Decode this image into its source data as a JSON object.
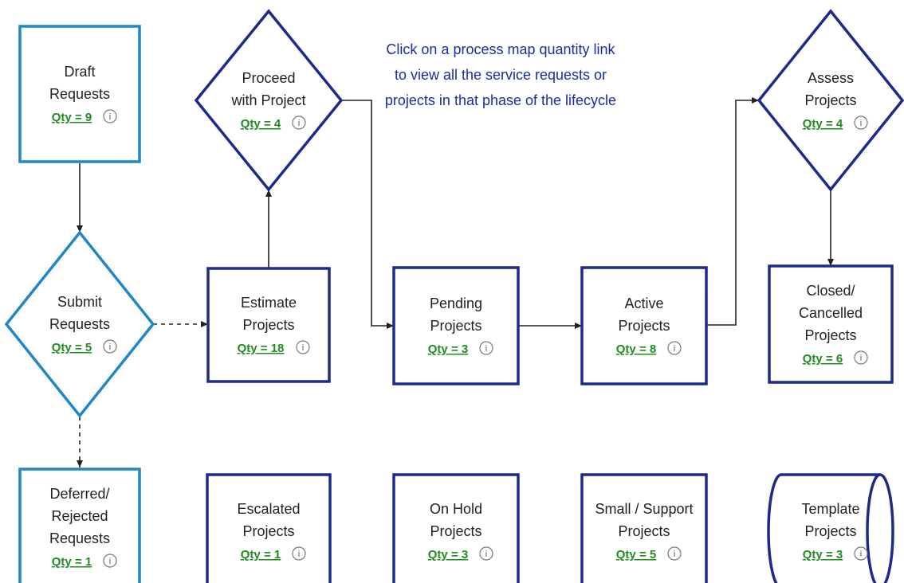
{
  "colors": {
    "light_blue": "#1f86c8",
    "dark_blue": "#1c2a8c",
    "link_green": "#1e8c1e",
    "instruction_blue": "#1a2ca0"
  },
  "instructions": "Click on a process map quantity link to view all the service requests or projects in that phase of the lifecycle",
  "nodes": {
    "draft": {
      "lines": [
        "Draft",
        "Requests"
      ],
      "qty": "Qty = 9"
    },
    "submit": {
      "lines": [
        "Submit",
        "Requests"
      ],
      "qty": "Qty = 5"
    },
    "deferred": {
      "lines": [
        "Deferred/",
        "Rejected",
        "Requests"
      ],
      "qty": "Qty = 1"
    },
    "proceed": {
      "lines": [
        "Proceed",
        "with Project"
      ],
      "qty": "Qty = 4"
    },
    "estimate": {
      "lines": [
        "Estimate",
        "Projects"
      ],
      "qty": "Qty = 18"
    },
    "pending": {
      "lines": [
        "Pending",
        "Projects"
      ],
      "qty": "Qty = 3"
    },
    "active": {
      "lines": [
        "Active",
        "Projects"
      ],
      "qty": "Qty = 8"
    },
    "assess": {
      "lines": [
        "Assess",
        "Projects"
      ],
      "qty": "Qty = 4"
    },
    "closed": {
      "lines": [
        "Closed/",
        "Cancelled",
        "Projects"
      ],
      "qty": "Qty = 6"
    },
    "escalated": {
      "lines": [
        "Escalated",
        "Projects"
      ],
      "qty": "Qty = 1"
    },
    "onhold": {
      "lines": [
        "On Hold",
        "Projects"
      ],
      "qty": "Qty = 3"
    },
    "small": {
      "lines": [
        "Small / Support",
        "Projects"
      ],
      "qty": "Qty = 5"
    },
    "template": {
      "lines": [
        "Template",
        "Projects"
      ],
      "qty": "Qty = 3"
    }
  },
  "info_glyph": "i",
  "info_icon": "info-icon"
}
